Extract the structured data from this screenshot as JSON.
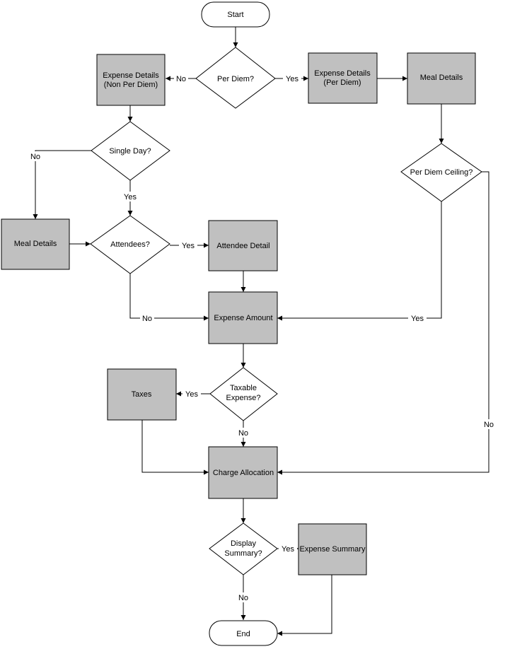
{
  "nodes": {
    "start": "Start",
    "per_diem": "Per Diem?",
    "expense_details_non_per_diem": [
      "Expense Details",
      "(Non Per Diem)"
    ],
    "expense_details_per_diem": [
      "Expense Details",
      "(Per Diem)"
    ],
    "meal_details_right": "Meal Details",
    "single_day": "Single Day?",
    "per_diem_ceiling": "Per Diem Ceiling?",
    "meal_details_left": "Meal Details",
    "attendees": "Attendees?",
    "attendee_detail": "Attendee Detail",
    "expense_amount": "Expense Amount",
    "taxes": "Taxes",
    "taxable_expense": [
      "Taxable",
      "Expense?"
    ],
    "charge_allocation": "Charge Allocation",
    "display_summary": [
      "Display",
      "Summary?"
    ],
    "expense_summary": "Expense Summary",
    "end": "End"
  },
  "edge_labels": {
    "per_diem_no": "No",
    "per_diem_yes": "Yes",
    "single_day_no": "No",
    "single_day_yes": "Yes",
    "attendees_yes": "Yes",
    "attendees_no": "No",
    "ceiling_yes": "Yes",
    "ceiling_no": "No",
    "taxable_yes": "Yes",
    "taxable_no": "No",
    "display_yes": "Yes",
    "display_no": "No"
  },
  "colors": {
    "process_fill": "#c0c0c0",
    "decision_fill": "#ffffff",
    "stroke": "#000000"
  }
}
